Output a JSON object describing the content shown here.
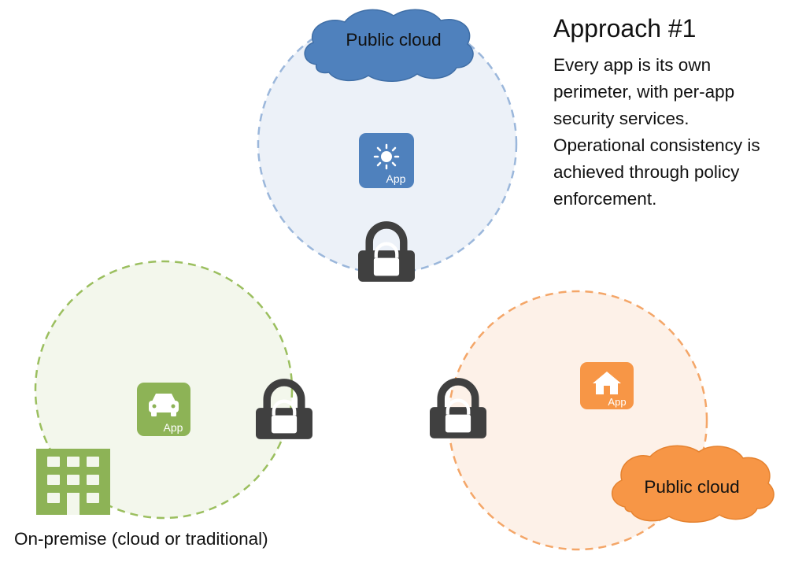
{
  "heading": "Approach #1",
  "description_lines": [
    "Every app is its own",
    "perimeter, with per-app",
    "security services.",
    "Operational consistency is",
    "achieved through policy",
    "enforcement."
  ],
  "environments": {
    "top": {
      "cloud_label": "Public cloud",
      "app_label": "App",
      "app_icon": "sun-icon",
      "color": "#4f81bd",
      "circle_fill": "#ecf1f8",
      "circle_stroke": "#9bb7db"
    },
    "left": {
      "label": "On-premise (cloud or traditional)",
      "app_label": "App",
      "app_icon": "car-icon",
      "building_icon": "building-icon",
      "color": "#8db356",
      "circle_fill": "#f3f7ec",
      "circle_stroke": "#9bbf5f"
    },
    "right": {
      "cloud_label": "Public cloud",
      "app_label": "App",
      "app_icon": "house-icon",
      "color": "#f79646",
      "circle_fill": "#fdf1e8",
      "circle_stroke": "#f4a668"
    }
  },
  "lock_icon": "lock-icon",
  "lock_color": "#404040"
}
